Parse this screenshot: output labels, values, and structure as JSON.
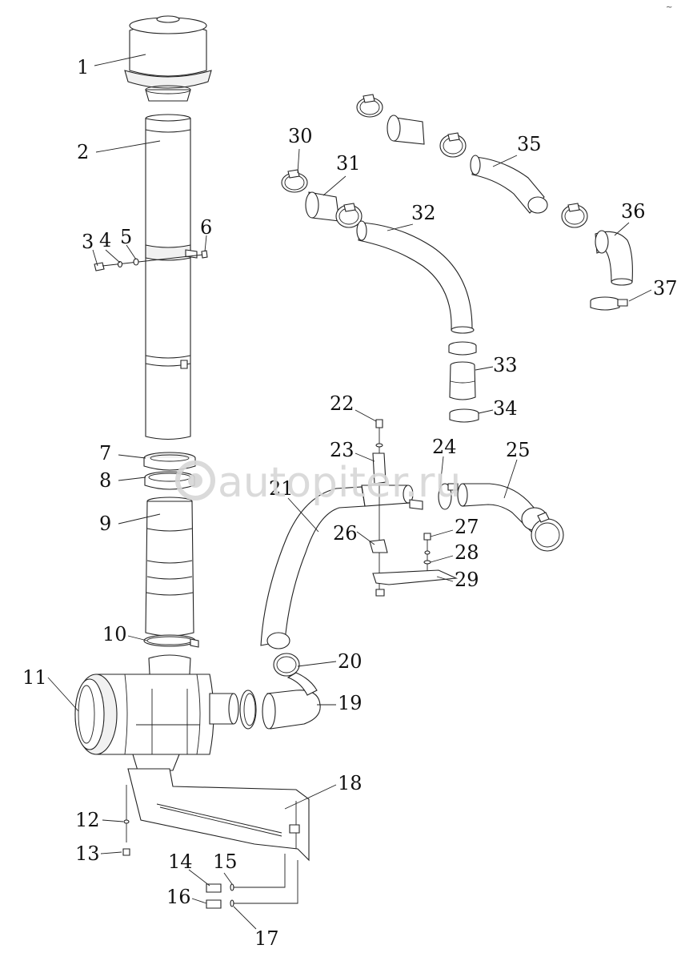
{
  "watermark": "autopiter.ru",
  "corner_mark": "~",
  "labels": [
    "1",
    "2",
    "3",
    "4",
    "5",
    "6",
    "7",
    "8",
    "9",
    "10",
    "11",
    "12",
    "13",
    "14",
    "15",
    "16",
    "17",
    "18",
    "19",
    "20",
    "21",
    "22",
    "23",
    "24",
    "25",
    "26",
    "27",
    "28",
    "29",
    "30",
    "31",
    "32",
    "33",
    "34",
    "35",
    "36",
    "37"
  ]
}
